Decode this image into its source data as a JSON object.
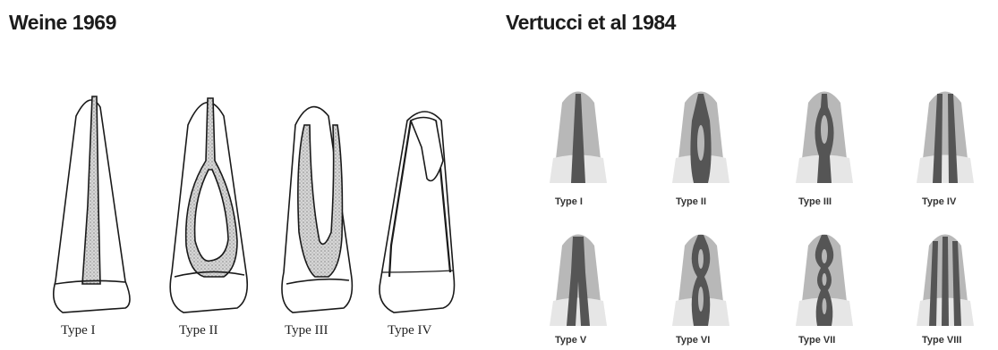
{
  "weine": {
    "title": "Weine 1969",
    "types": [
      "Type  I",
      "Type  II",
      "Type  III",
      "Type  IV"
    ]
  },
  "vertucci": {
    "title": "Vertucci et al 1984",
    "row1": [
      "Type I",
      "Type II",
      "Type III",
      "Type IV"
    ],
    "row2": [
      "Type V",
      "Type VI",
      "Type VII",
      "Type VIII"
    ]
  },
  "colors": {
    "tooth_outline": "#1a1a1a",
    "pulp_stipple": "#bdbdbd",
    "vertucci_dentin": "#b8b8b8",
    "vertucci_canal": "#555555",
    "vertucci_enamel": "#e6e6e6"
  }
}
